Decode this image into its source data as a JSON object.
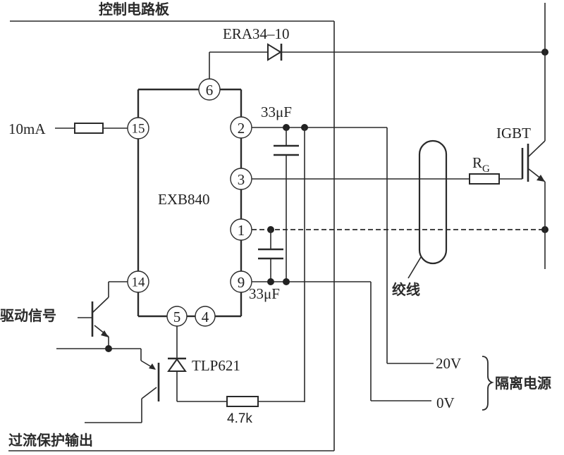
{
  "diagram": {
    "board_title": "控制电路板",
    "chip_label": "EXB840",
    "pins": {
      "p6": "6",
      "p15": "15",
      "p2": "2",
      "p3": "3",
      "p1": "1",
      "p9": "9",
      "p14": "14",
      "p5": "5",
      "p4": "4"
    },
    "components": {
      "fast_diode": "ERA34–10",
      "cap_top": "33μF",
      "cap_bottom": "33μF",
      "input_current": "10mA",
      "gate_resistor_main": "R",
      "gate_resistor_sub": "G",
      "igbt": "IGBT",
      "optocoupler": "TLP621",
      "resistor_bottom": "4.7k",
      "twisted_pair": "绞线"
    },
    "signals": {
      "drive_signal": "驱动信号",
      "overcurrent_output": "过流保护输出"
    },
    "power": {
      "v_high": "20V",
      "v_low": "0V",
      "label": "隔离电源"
    }
  }
}
